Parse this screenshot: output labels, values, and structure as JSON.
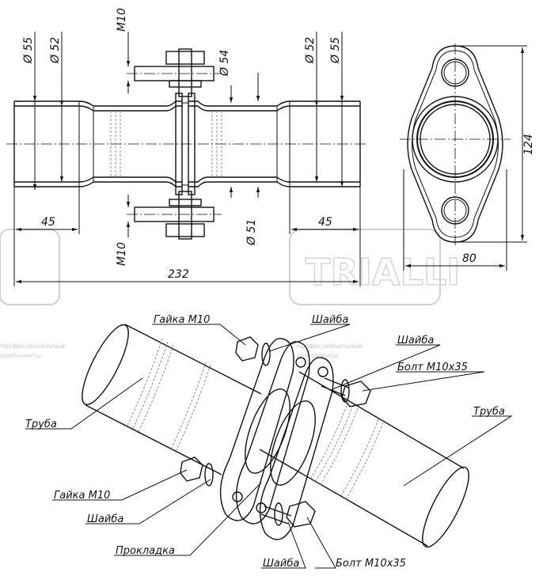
{
  "dimensions": {
    "d55_left": "Ø 55",
    "d52_left": "Ø 52",
    "m10_top": "M10",
    "d54": "Ø 54",
    "d52_right": "Ø 52",
    "d55_right": "Ø 55",
    "len45_left": "45",
    "m10_bottom": "M10",
    "d51": "Ø 51",
    "len45_right": "45",
    "total_232": "232",
    "flange_height": "124",
    "flange_width": "80"
  },
  "labels": {
    "nut_top": "Гайка М10",
    "washer_top": "Шайба",
    "washer_right": "Шайба",
    "bolt_top": "Болт М10х35",
    "pipe_left": "Труба",
    "pipe_right": "Труба",
    "nut_bottom": "Гайка М10",
    "washer_left": "Шайба",
    "gasket": "Прокладка",
    "washer_bottom": "Шайба",
    "bolt_bottom": "Болт М10х35"
  },
  "watermark": {
    "brand": "TRIALLI",
    "line1": "профессиональные",
    "line2": "компоненты"
  }
}
